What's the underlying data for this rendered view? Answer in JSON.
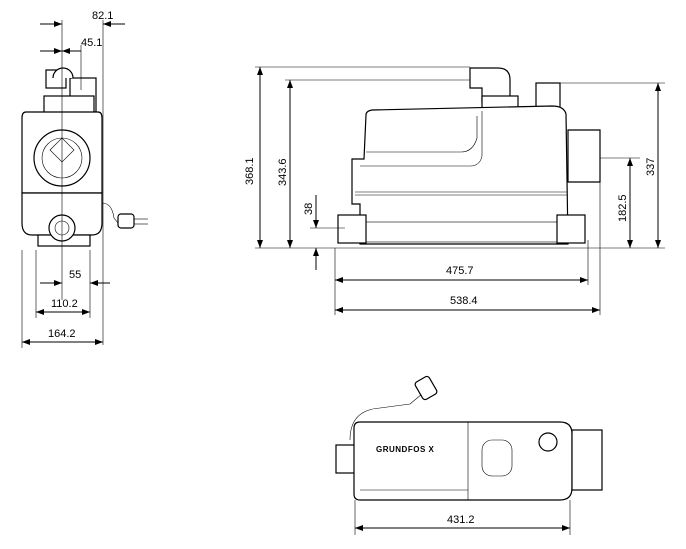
{
  "drawing": {
    "front_view": {
      "dimensions": {
        "top_outer": "82.1",
        "top_inner": "45.1",
        "bottom_half": "55",
        "bottom_base": "110.2",
        "overall_width": "164.2"
      }
    },
    "side_view": {
      "dimensions": {
        "total_height": "368.1",
        "outlet_height": "343.6",
        "inlet_height_low": "38",
        "inlet_spacing": "475.7",
        "overall_length": "538.4",
        "side_inlet_height": "182.5",
        "top_inlet_height": "337"
      }
    },
    "top_view": {
      "brand_logo": "GRUNDFOS X",
      "dimensions": {
        "body_length": "431.2"
      }
    }
  }
}
